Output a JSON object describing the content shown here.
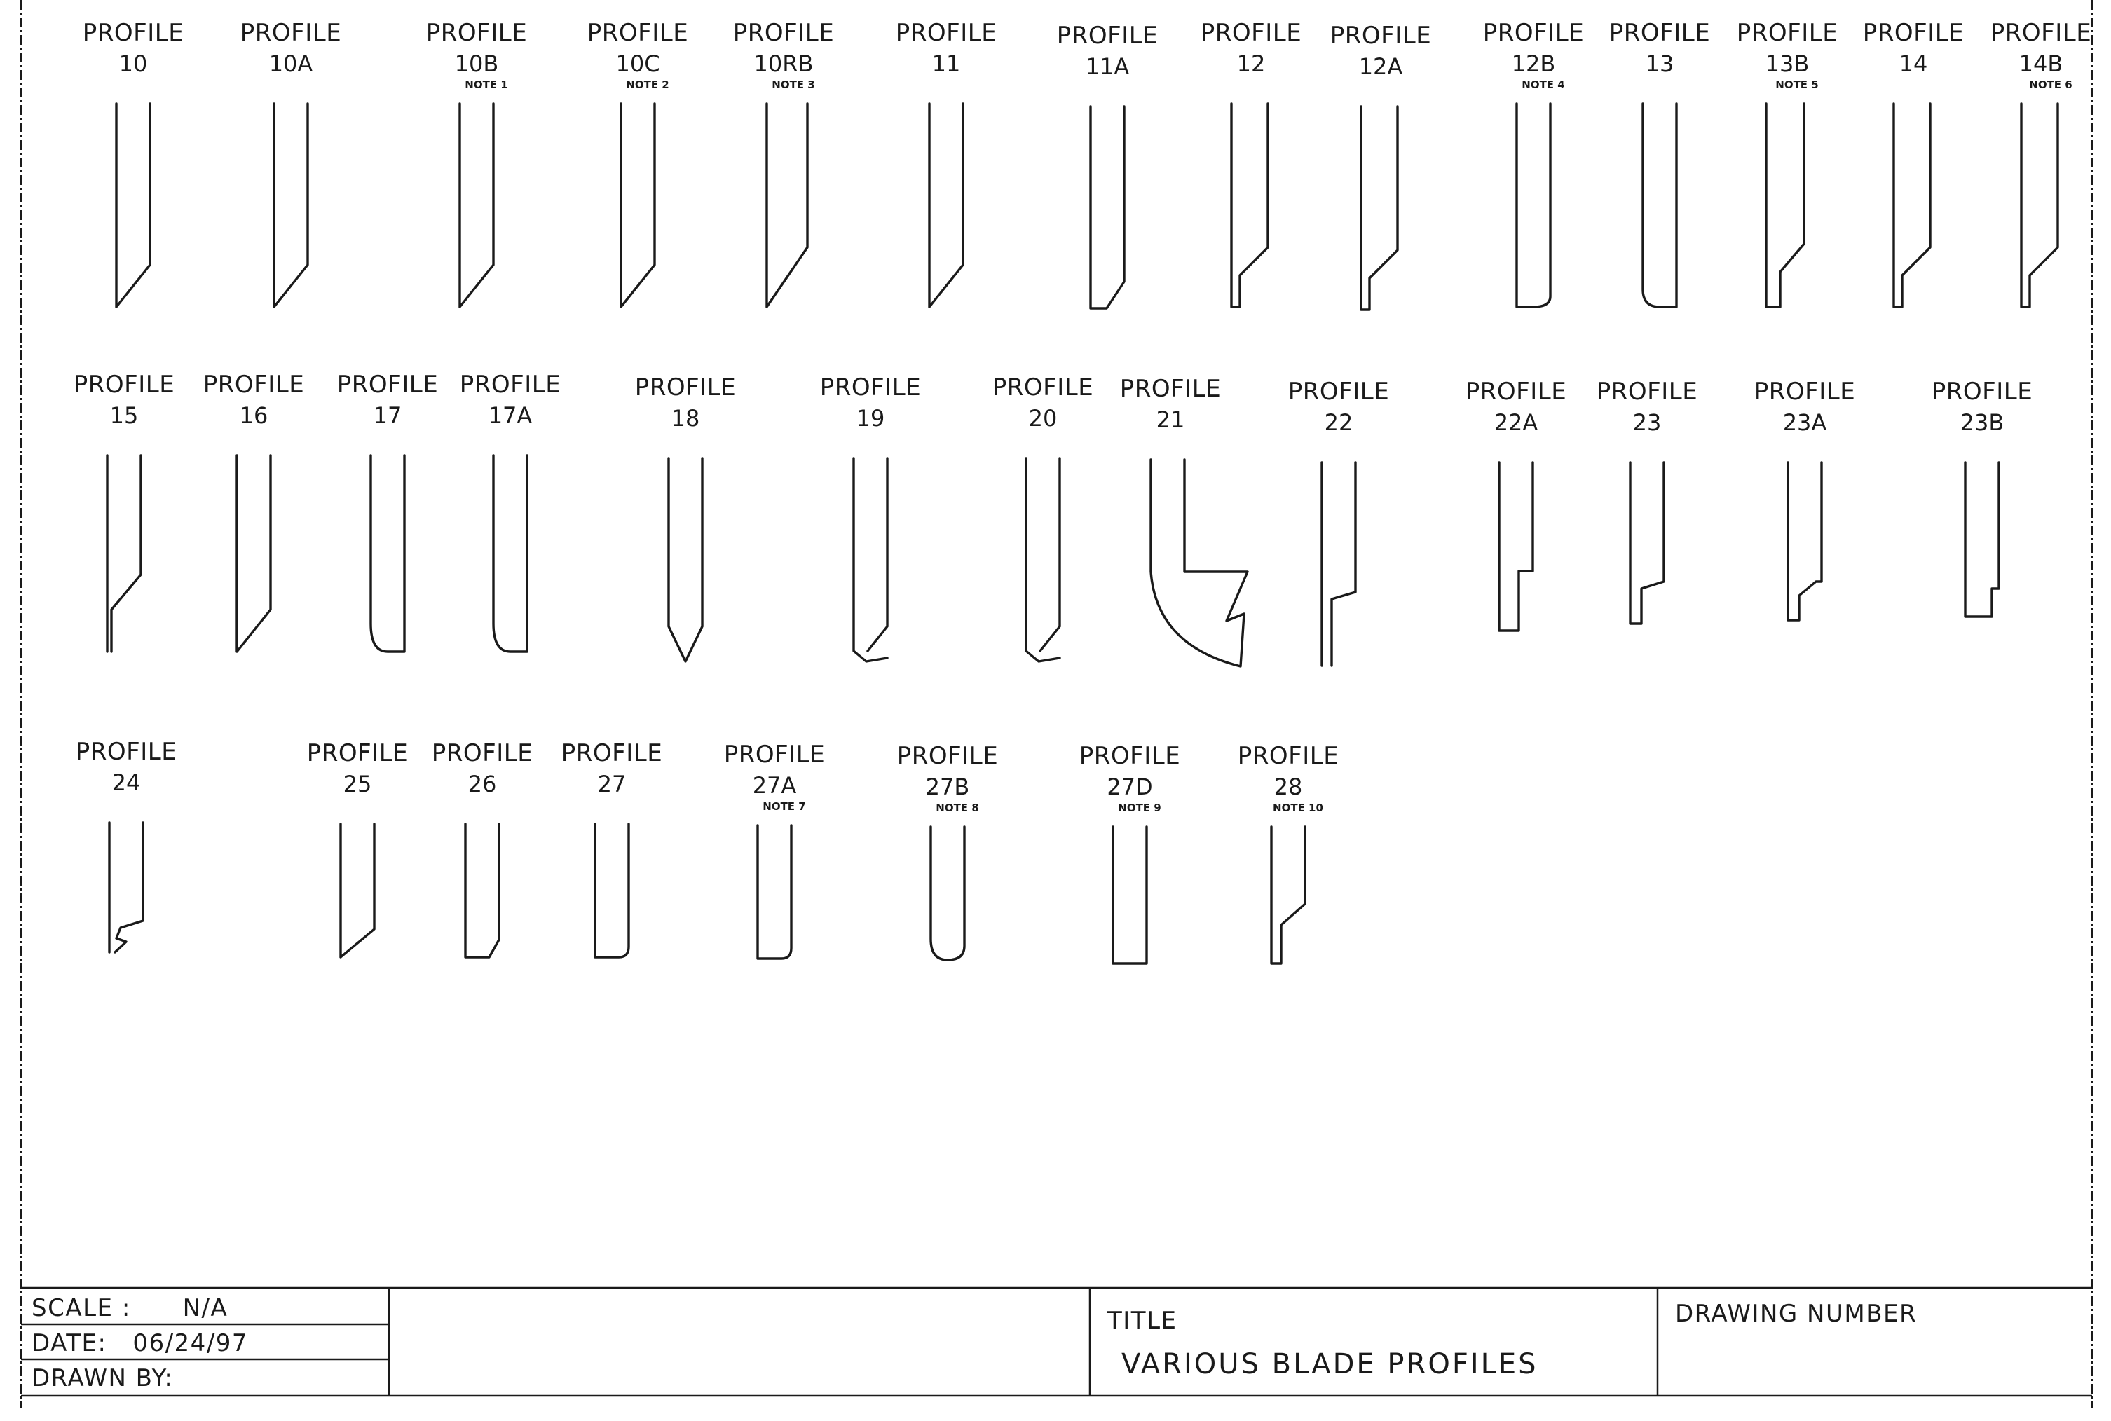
{
  "profiles": [
    {
      "word": "PROFILE",
      "id": "10",
      "note": ""
    },
    {
      "word": "PROFILE",
      "id": "10A",
      "note": ""
    },
    {
      "word": "PROFILE",
      "id": "10B",
      "note": "NOTE 1"
    },
    {
      "word": "PROFILE",
      "id": "10C",
      "note": "NOTE 2"
    },
    {
      "word": "PROFILE",
      "id": "10RB",
      "note": "NOTE 3"
    },
    {
      "word": "PROFILE",
      "id": "11",
      "note": ""
    },
    {
      "word": "PROFILE",
      "id": "11A",
      "note": ""
    },
    {
      "word": "PROFILE",
      "id": "12",
      "note": ""
    },
    {
      "word": "PROFILE",
      "id": "12A",
      "note": ""
    },
    {
      "word": "PROFILE",
      "id": "12B",
      "note": "NOTE 4"
    },
    {
      "word": "PROFILE",
      "id": "13",
      "note": ""
    },
    {
      "word": "PROFILE",
      "id": "13B",
      "note": "NOTE 5"
    },
    {
      "word": "PROFILE",
      "id": "14",
      "note": ""
    },
    {
      "word": "PROFILE",
      "id": "14B",
      "note": "NOTE 6"
    },
    {
      "word": "PROFILE",
      "id": "15",
      "note": ""
    },
    {
      "word": "PROFILE",
      "id": "16",
      "note": ""
    },
    {
      "word": "PROFILE",
      "id": "17",
      "note": ""
    },
    {
      "word": "PROFILE",
      "id": "17A",
      "note": ""
    },
    {
      "word": "PROFILE",
      "id": "18",
      "note": ""
    },
    {
      "word": "PROFILE",
      "id": "19",
      "note": ""
    },
    {
      "word": "PROFILE",
      "id": "20",
      "note": ""
    },
    {
      "word": "PROFILE",
      "id": "21",
      "note": ""
    },
    {
      "word": "PROFILE",
      "id": "22",
      "note": ""
    },
    {
      "word": "PROFILE",
      "id": "22A",
      "note": ""
    },
    {
      "word": "PROFILE",
      "id": "23",
      "note": ""
    },
    {
      "word": "PROFILE",
      "id": "23A",
      "note": ""
    },
    {
      "word": "PROFILE",
      "id": "23B",
      "note": ""
    },
    {
      "word": "PROFILE",
      "id": "24",
      "note": ""
    },
    {
      "word": "PROFILE",
      "id": "25",
      "note": ""
    },
    {
      "word": "PROFILE",
      "id": "26",
      "note": ""
    },
    {
      "word": "PROFILE",
      "id": "27",
      "note": ""
    },
    {
      "word": "PROFILE",
      "id": "27A",
      "note": "NOTE 7"
    },
    {
      "word": "PROFILE",
      "id": "27B",
      "note": "NOTE 8"
    },
    {
      "word": "PROFILE",
      "id": "27D",
      "note": "NOTE 9"
    },
    {
      "word": "PROFILE",
      "id": "28",
      "note": "NOTE 10"
    }
  ],
  "title_block": {
    "scale": "SCALE :      N/A",
    "date": "DATE:   06/24/97",
    "drawn_by": "DRAWN BY:",
    "title_label": "TITLE",
    "title_value": "VARIOUS BLADE PROFILES",
    "drawing_number_label": "DRAWING NUMBER"
  }
}
